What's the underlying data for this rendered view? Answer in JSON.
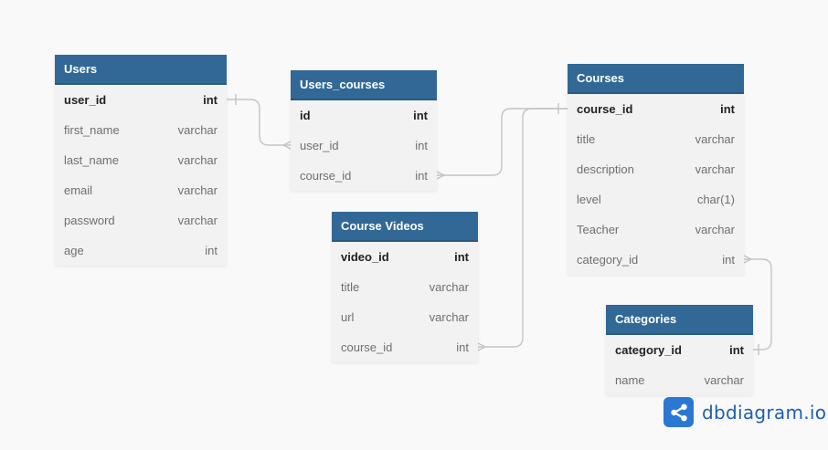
{
  "tables": {
    "users": {
      "name": "Users",
      "rows": [
        {
          "name": "user_id",
          "type": "int",
          "pk": true
        },
        {
          "name": "first_name",
          "type": "varchar"
        },
        {
          "name": "last_name",
          "type": "varchar"
        },
        {
          "name": "email",
          "type": "varchar"
        },
        {
          "name": "password",
          "type": "varchar"
        },
        {
          "name": "age",
          "type": "int"
        }
      ]
    },
    "users_courses": {
      "name": "Users_courses",
      "rows": [
        {
          "name": "id",
          "type": "int",
          "pk": true
        },
        {
          "name": "user_id",
          "type": "int"
        },
        {
          "name": "course_id",
          "type": "int"
        }
      ]
    },
    "course_videos": {
      "name": "Course Videos",
      "rows": [
        {
          "name": "video_id",
          "type": "int",
          "pk": true
        },
        {
          "name": "title",
          "type": "varchar"
        },
        {
          "name": "url",
          "type": "varchar"
        },
        {
          "name": "course_id",
          "type": "int"
        }
      ]
    },
    "courses": {
      "name": "Courses",
      "rows": [
        {
          "name": "course_id",
          "type": "int",
          "pk": true
        },
        {
          "name": "title",
          "type": "varchar"
        },
        {
          "name": "description",
          "type": "varchar"
        },
        {
          "name": "level",
          "type": "char(1)"
        },
        {
          "name": "Teacher",
          "type": "varchar"
        },
        {
          "name": "category_id",
          "type": "int"
        }
      ]
    },
    "categories": {
      "name": "Categories",
      "rows": [
        {
          "name": "category_id",
          "type": "int",
          "pk": true
        },
        {
          "name": "name",
          "type": "varchar"
        }
      ]
    }
  },
  "relations": [
    {
      "from": "users.user_id",
      "to": "users_courses.user_id",
      "from_end": "one",
      "to_end": "many"
    },
    {
      "from": "courses.course_id",
      "to": "users_courses.course_id",
      "from_end": "one",
      "to_end": "many"
    },
    {
      "from": "courses.course_id",
      "to": "course_videos.course_id",
      "from_end": "one",
      "to_end": "many"
    },
    {
      "from": "categories.category_id",
      "to": "courses.category_id",
      "from_end": "one",
      "to_end": "many"
    }
  ],
  "brand": {
    "text": "dbdiagram.io",
    "icon": "share-nodes-icon",
    "color": "#2a77d4"
  },
  "colors": {
    "header": "#316896",
    "body": "#f2f2f2",
    "canvas": "#f9f9f9",
    "connector": "#c4c4c4"
  }
}
